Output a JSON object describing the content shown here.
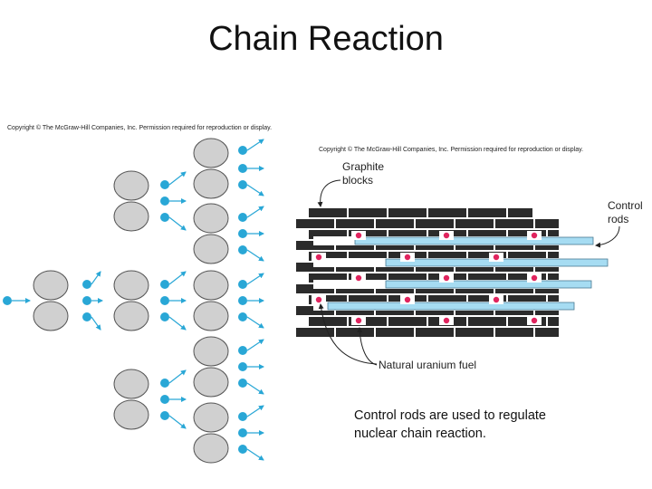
{
  "slide": {
    "title": "Chain Reaction",
    "caption_line1": "Control rods are used to regulate",
    "caption_line2": "nuclear chain reaction."
  },
  "left_figure": {
    "copyright": "Copyright © The McGraw-Hill Companies, Inc. Permission required for reproduction or display."
  },
  "right_figure": {
    "copyright": "Copyright © The McGraw-Hill Companies, Inc. Permission required for reproduction or display.",
    "label_graphite_line1": "Graphite",
    "label_graphite_line2": "blocks",
    "label_control_line1": "Control",
    "label_control_line2": "rods",
    "label_fuel": "Natural uranium fuel"
  },
  "colors": {
    "nucleus": "#d0d0d0",
    "neutron": "#29a7d6",
    "graphite": "#2b2b2b",
    "control_rod": "#a6dcf2",
    "fuel": "#e0245e"
  }
}
